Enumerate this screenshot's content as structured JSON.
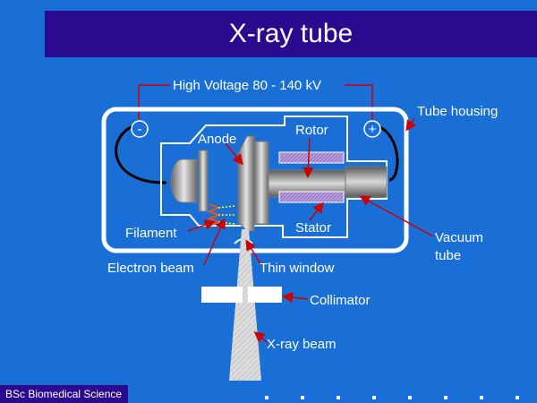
{
  "title": "X-ray tube",
  "labels": {
    "high_voltage": "High Voltage 80 - 140 kV",
    "tube_housing": "Tube housing",
    "anode": "Anode",
    "rotor": "Rotor",
    "stator": "Stator",
    "filament": "Filament",
    "electron_beam": "Electron beam",
    "thin_window": "Thin window",
    "vacuum_tube_1": "Vacuum",
    "vacuum_tube_2": "tube",
    "collimator": "Collimator",
    "xray_beam": "X-ray beam",
    "minus": "-",
    "plus": "+"
  },
  "footer": "BSc Biomedical Science",
  "colors": {
    "background": "#1a6fd6",
    "title_bar": "#2a0a8e",
    "arrow": "#cc0000",
    "rotor_coil": "#9d7cc8"
  }
}
